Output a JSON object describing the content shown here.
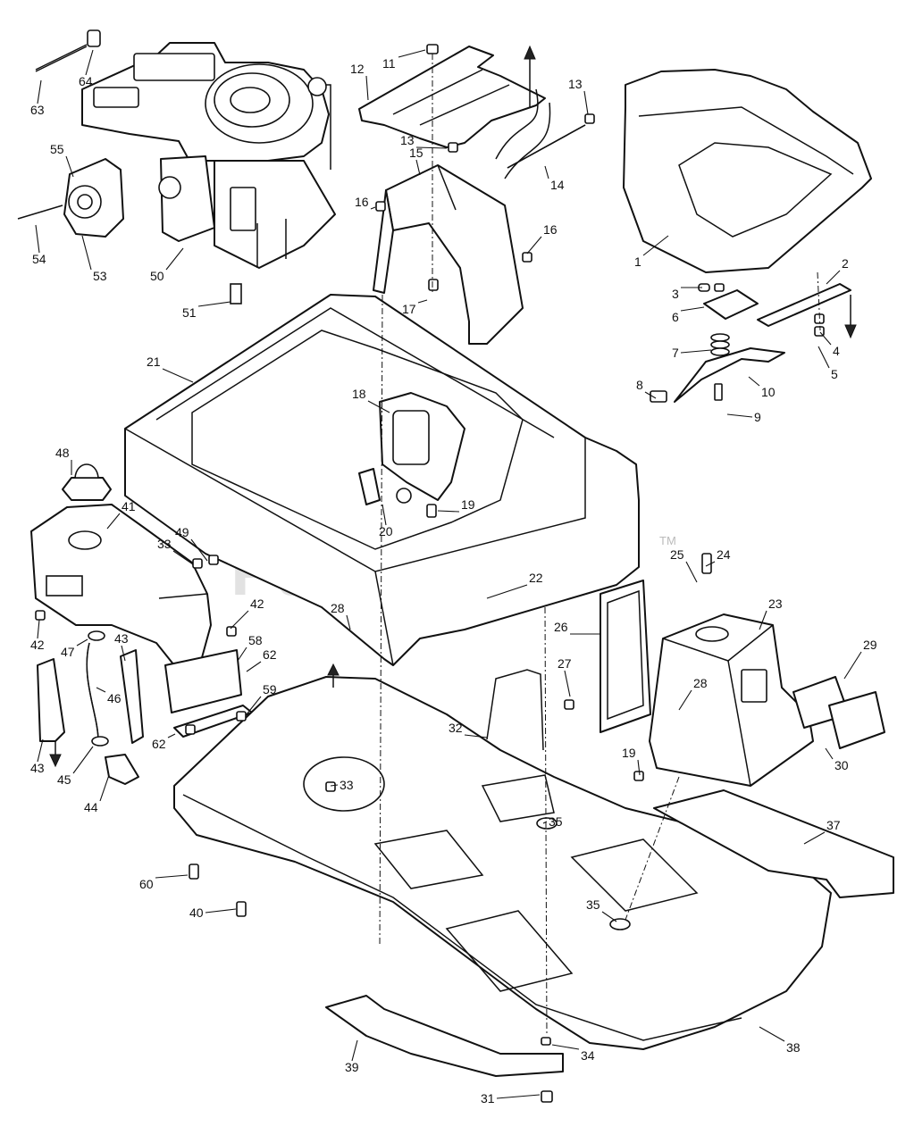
{
  "watermark": {
    "text": "PartsTree",
    "trademark": "TM"
  },
  "callouts": [
    {
      "num": "1"
    },
    {
      "num": "2"
    },
    {
      "num": "3"
    },
    {
      "num": "4"
    },
    {
      "num": "5"
    },
    {
      "num": "6"
    },
    {
      "num": "7"
    },
    {
      "num": "8"
    },
    {
      "num": "9"
    },
    {
      "num": "10"
    },
    {
      "num": "11"
    },
    {
      "num": "12"
    },
    {
      "num": "13"
    },
    {
      "num": "13"
    },
    {
      "num": "14"
    },
    {
      "num": "15"
    },
    {
      "num": "16"
    },
    {
      "num": "16"
    },
    {
      "num": "17"
    },
    {
      "num": "18"
    },
    {
      "num": "19"
    },
    {
      "num": "19"
    },
    {
      "num": "20"
    },
    {
      "num": "21"
    },
    {
      "num": "22"
    },
    {
      "num": "23"
    },
    {
      "num": "24"
    },
    {
      "num": "25"
    },
    {
      "num": "26"
    },
    {
      "num": "27"
    },
    {
      "num": "28"
    },
    {
      "num": "28"
    },
    {
      "num": "29"
    },
    {
      "num": "30"
    },
    {
      "num": "31"
    },
    {
      "num": "32"
    },
    {
      "num": "33"
    },
    {
      "num": "33"
    },
    {
      "num": "34"
    },
    {
      "num": "35"
    },
    {
      "num": "35"
    },
    {
      "num": "37"
    },
    {
      "num": "38"
    },
    {
      "num": "39"
    },
    {
      "num": "40"
    },
    {
      "num": "41"
    },
    {
      "num": "42"
    },
    {
      "num": "42"
    },
    {
      "num": "43"
    },
    {
      "num": "43"
    },
    {
      "num": "44"
    },
    {
      "num": "45"
    },
    {
      "num": "46"
    },
    {
      "num": "47"
    },
    {
      "num": "48"
    },
    {
      "num": "49"
    },
    {
      "num": "50"
    },
    {
      "num": "51"
    },
    {
      "num": "53"
    },
    {
      "num": "54"
    },
    {
      "num": "55"
    },
    {
      "num": "58"
    },
    {
      "num": "59"
    },
    {
      "num": "60"
    },
    {
      "num": "62"
    },
    {
      "num": "62"
    },
    {
      "num": "63"
    },
    {
      "num": "64"
    }
  ]
}
